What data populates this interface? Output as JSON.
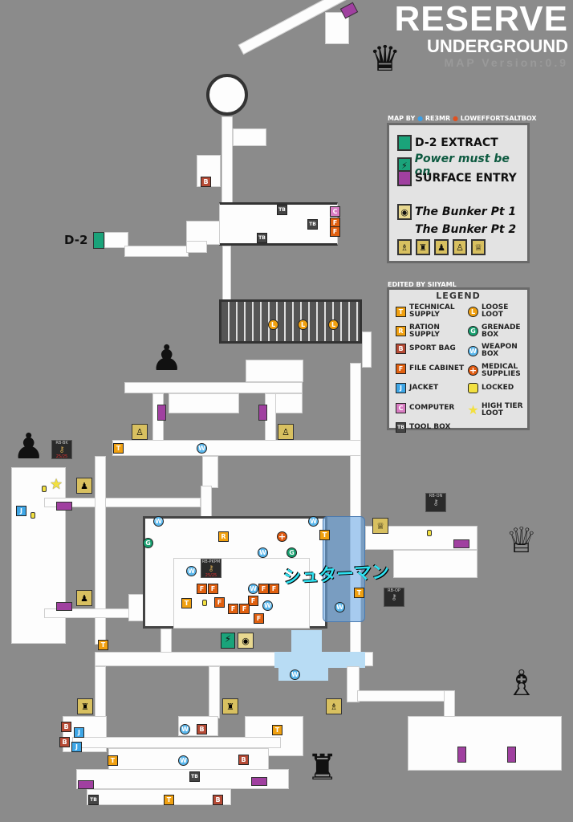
{
  "title": {
    "main": "RESERVE",
    "sub": "UNDERGROUND",
    "version": "MAP Version:0.9"
  },
  "credits": {
    "map_by": "MAP BY",
    "twitter": "RE3MR",
    "reddit": "LOWEFFORTSALTBOX",
    "edited_by": "EDITED BY SIIYAML"
  },
  "key_panel": {
    "items": [
      {
        "label": "D-2 EXTRACT",
        "color": "#1aa37a"
      },
      {
        "label": "Power must be on",
        "color": "#1aa37a"
      },
      {
        "label": "SURFACE ENTRY",
        "color": "#a040a0"
      },
      {
        "label": "The Bunker Pt 1"
      },
      {
        "label": "The Bunker Pt 2"
      }
    ]
  },
  "legend": {
    "title": "LEGEND",
    "items": [
      {
        "code": "T",
        "label": "TECHNICAL SUPPLY"
      },
      {
        "code": "R",
        "label": "RATION SUPPLY"
      },
      {
        "code": "B",
        "label": "SPORT BAG"
      },
      {
        "code": "F",
        "label": "FILE CABINET"
      },
      {
        "code": "J",
        "label": "JACKET"
      },
      {
        "code": "C",
        "label": "COMPUTER"
      },
      {
        "code": "TB",
        "label": "TOOL BOX"
      },
      {
        "code": "L",
        "label": "LOOSE LOOT"
      },
      {
        "code": "G",
        "label": "GRENADE BOX"
      },
      {
        "code": "W",
        "label": "WEAPON BOX"
      },
      {
        "code": "+",
        "label": "MEDICAL SUPPLIES"
      },
      {
        "code": "lock",
        "label": "LOCKED"
      },
      {
        "code": "star",
        "label": "HIGH TIER LOOT"
      }
    ]
  },
  "map": {
    "extract_label": "D-2",
    "boss_label": "シュターマン",
    "keys": [
      {
        "name": "RB-BK",
        "count": "25/25"
      },
      {
        "name": "RB-PKPM",
        "count": "25/25"
      },
      {
        "name": "RB-ON"
      },
      {
        "name": "RB-OP"
      }
    ]
  }
}
